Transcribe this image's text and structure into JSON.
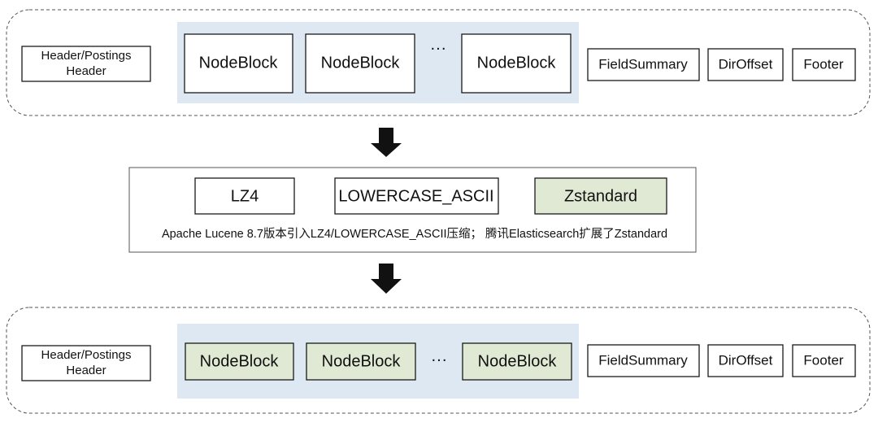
{
  "top_row": {
    "header_lines": [
      "Header/Postings",
      "Header"
    ],
    "node_blocks": [
      "NodeBlock",
      "NodeBlock",
      "NodeBlock"
    ],
    "ellipsis": "···",
    "tail_blocks": [
      "FieldSummary",
      "DirOffset",
      "Footer"
    ]
  },
  "compression": {
    "options": [
      "LZ4",
      "LOWERCASE_ASCII",
      "Zstandard"
    ],
    "highlighted_option": "Zstandard",
    "note": "Apache Lucene 8.7版本引入LZ4/LOWERCASE_ASCII压缩； 腾讯Elasticsearch扩展了Zstandard"
  },
  "bottom_row": {
    "header_lines": [
      "Header/Postings",
      "Header"
    ],
    "node_blocks": [
      "NodeBlock",
      "NodeBlock",
      "NodeBlock"
    ],
    "ellipsis": "···",
    "tail_blocks": [
      "FieldSummary",
      "DirOffset",
      "Footer"
    ]
  },
  "colors": {
    "band": "#dde8f3",
    "highlight_green": "#dfe9d3"
  }
}
